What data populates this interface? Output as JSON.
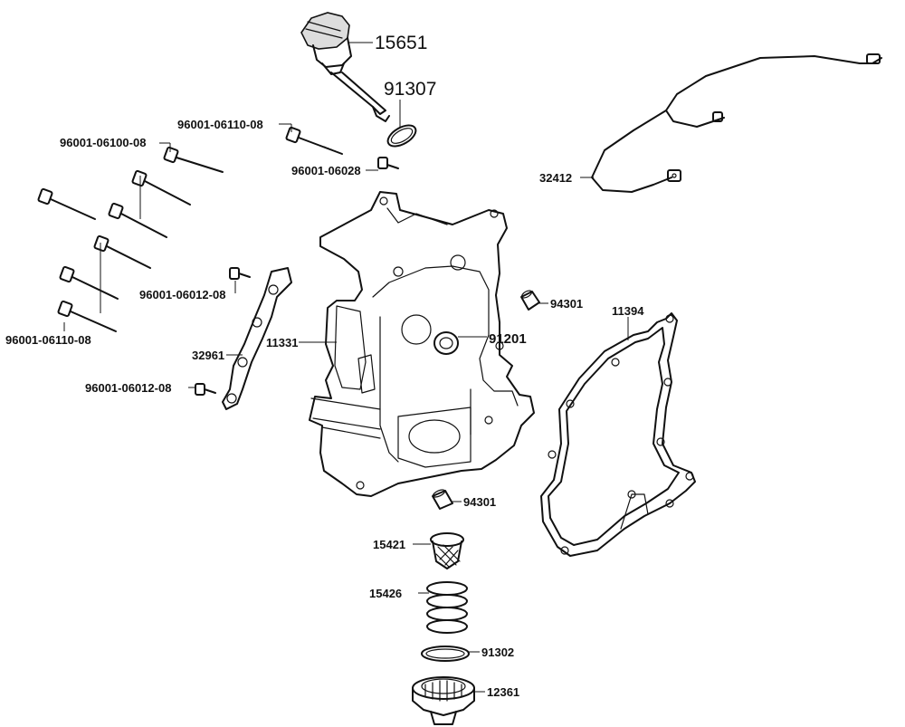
{
  "diagram": {
    "labels": {
      "oil_dipstick": "15651",
      "dipstick_oring": "91307",
      "bolt_upper_short": "96001-06110-08",
      "bolt_long": "96001-06100-08",
      "bolt_lower": "96001-06110-08",
      "drain_bolt": "96001-06028",
      "wire_harness": "32412",
      "plate_bolt_upper": "96001-06012-08",
      "plate_bolt_lower": "96001-06012-08",
      "hose_plate": "32961",
      "crankcase_cover": "11331",
      "oil_seal": "91201",
      "dowel_pin_upper": "94301",
      "dowel_pin_lower": "94301",
      "cover_gasket": "11394",
      "oil_strainer": "15421",
      "strainer_spring": "15426",
      "drain_oring": "91302",
      "drain_plug": "12361"
    }
  }
}
